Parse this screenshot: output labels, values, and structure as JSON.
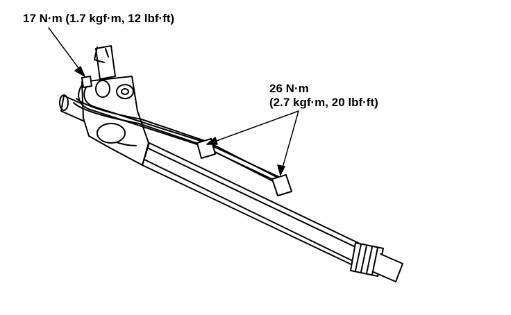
{
  "callouts": [
    {
      "text": "17 N·m (1.7 kgf·m, 12 lbf·ft)"
    },
    {
      "line1": "26 N·m",
      "line2": "(2.7 kgf·m, 20 lbf·ft)"
    }
  ],
  "colors": {
    "ink": "#000000",
    "paper": "#ffffff"
  }
}
